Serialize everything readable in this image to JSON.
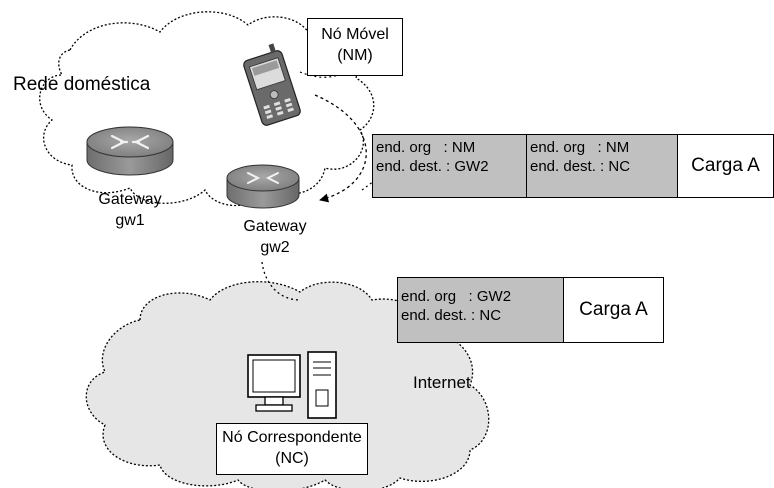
{
  "clouds": {
    "home_label": "Rede doméstica",
    "internet_label": "Internet"
  },
  "mobile_node": {
    "line1": "Nó Móvel",
    "line2": "(NM)"
  },
  "gateways": [
    {
      "line1": "Gateway",
      "line2": "gw1"
    },
    {
      "line1": "Gateway",
      "line2": "gw2"
    }
  ],
  "correspondent": {
    "line1": "Nó Correspondente",
    "line2": "(NC)"
  },
  "packet_tunneled": {
    "outer_header": {
      "org": "end. org   : NM",
      "dest": "end. dest. : GW2"
    },
    "inner_header": {
      "org": "end. org   : NM",
      "dest": "end. dest. : NC"
    },
    "payload": "Carga A"
  },
  "packet_forwarded": {
    "header": {
      "org": "end. org   : GW2",
      "dest": "end. dest. : NC"
    },
    "payload": "Carga A"
  },
  "colors": {
    "header_fill": "#c0c0c0",
    "cloud_fill_internet": "#e8e8e8",
    "router_body": "#8a8a8a"
  }
}
